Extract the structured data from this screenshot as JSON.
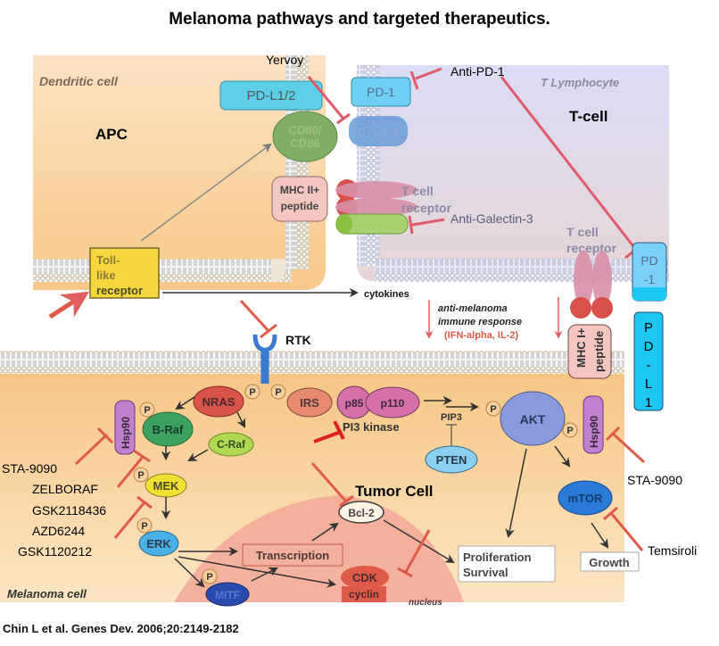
{
  "title": "Melanoma pathways and targeted therapeutics.",
  "citation": "Chin L et al. Genes Dev. 2006;20:2149-2182",
  "colors": {
    "apc_bg": "#fbdcb2",
    "tcell_bg": "#dcdcf4",
    "tumor_bg": "#f7c88a",
    "nucleus": "#f0a898",
    "inhibitor": "#e05a6a",
    "pd_box": "#5ccfe6",
    "pdl1_box": "#1ec6f2"
  },
  "apc": {
    "cell_label": "Dendritic cell",
    "name": "APC",
    "pdl12": "PD-L1/2",
    "cd80_line1": "CD80/",
    "cd80_line2": "CD86",
    "mhc2_line1": "MHC II+",
    "mhc2_line2": "peptide",
    "tlr_line1": "Toll-",
    "tlr_line2": "like",
    "tlr_line3": "receptor"
  },
  "tcell": {
    "cell_label": "T Lymphocyte",
    "name": "T-cell",
    "pd1": "PD-1",
    "ctla4": "CTLA-4",
    "tcr_line1": "T cell",
    "tcr_line2": "receptor",
    "tcr2_line1": "T cell",
    "tcr2_line2": "receptor",
    "pd1_right_line1": "PD",
    "pd1_right_line2": "-1"
  },
  "drugs": {
    "yervoy": "Yervoy",
    "anti_pd1": "Anti-PD-1",
    "anti_galectin3": "Anti-Galectin-3",
    "sta9090_left": "STA-9090",
    "zelboraf": "ZELBORAF",
    "gsk2118436": "GSK2118436",
    "azd6244": "AZD6244",
    "gsk1120212": "GSK1120212",
    "sta9090_right": "STA-9090",
    "temsiroli": "Temsiroli"
  },
  "immune": {
    "cytokines": "cytokines",
    "response_line1": "anti-melanoma",
    "response_line2": "immune response",
    "response_line3": "(IFN-alpha, IL-2)",
    "mhc1_line1": "MHC I+",
    "mhc1_line2": "peptide",
    "pdl1_chars": [
      "P",
      "D",
      "-",
      "L",
      "1"
    ]
  },
  "tumor": {
    "rtk": "RTK",
    "nras": "NRAS",
    "p": "P",
    "hsp90": "Hsp90",
    "braf": "B-Raf",
    "craf": "C-Raf",
    "mek": "MEK",
    "erk": "ERK",
    "mitf": "MITF",
    "irs": "IRS",
    "p85": "p85",
    "p110": "p110",
    "pi3k": "PI3 kinase",
    "pip3": "PIP3",
    "pten": "PTEN",
    "akt": "AKT",
    "hsp90_right": "Hsp90",
    "mtor": "mTOR",
    "bcl2": "Bcl-2",
    "tumor_cell": "Tumor  Cell",
    "transcription": "Transcription",
    "cdk": "CDK",
    "cyclin": "cyclin",
    "nucleus": "nucleus",
    "prolif_line1": "Proliferation",
    "prolif_line2": "Survival",
    "growth": "Growth",
    "cell_label": "Melanoma cell"
  }
}
